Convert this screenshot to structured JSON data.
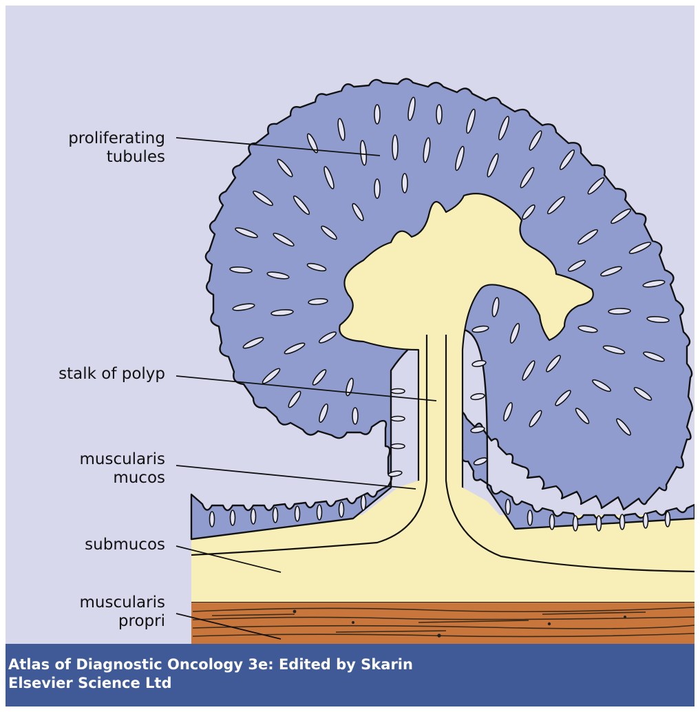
{
  "labels": {
    "proliferating_tubules": [
      "proliferating",
      "tubules"
    ],
    "stalk_of_polyp": "stalk of polyp",
    "muscularis_mucos": [
      "muscularis",
      "mucos"
    ],
    "submucos": "submucos",
    "muscularis_propri": [
      "muscularis",
      "propri"
    ]
  },
  "caption": {
    "line1": "Atlas of Diagnostic Oncology 3e: Edited by Skarin",
    "line2": "Elsevier Science Ltd"
  },
  "colors": {
    "background": "#d8d8ec",
    "epithelium": "#8f9ccd",
    "lamina_propria": "#f8eeb8",
    "muscle": "#c8763c",
    "caption_bar": "#3f5a96"
  }
}
